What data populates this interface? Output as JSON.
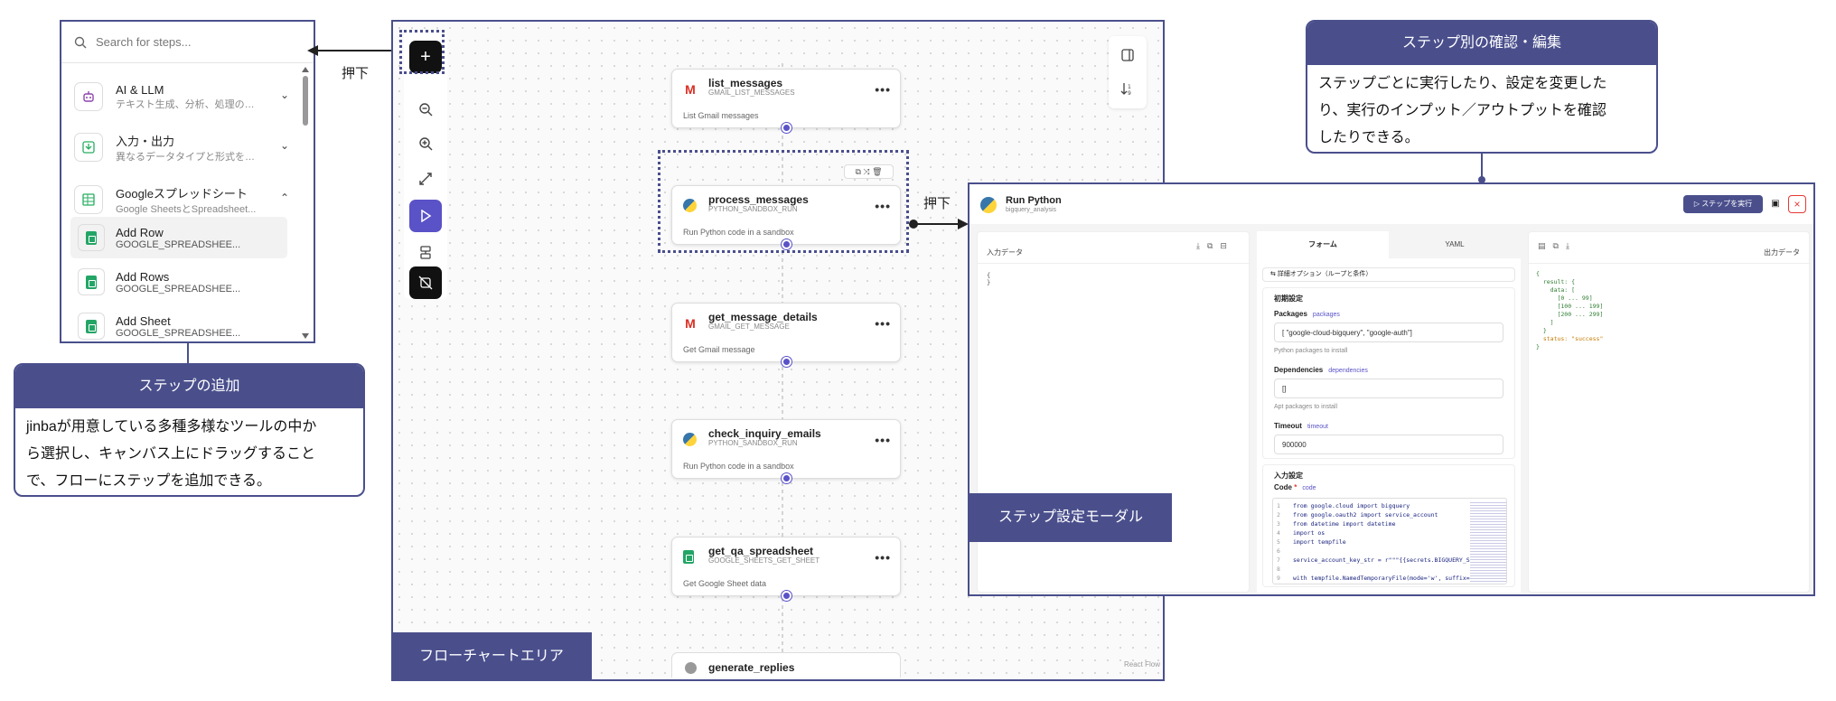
{
  "picker": {
    "search_placeholder": "Search for steps...",
    "categories": [
      {
        "title": "AI & LLM",
        "desc": "テキスト生成、分析、処理のた...",
        "icon": "robot-icon"
      },
      {
        "title": "入力・出力",
        "desc": "異なるデータタイプと形式を扱...",
        "icon": "download-icon"
      },
      {
        "title": "Googleスプレッドシート",
        "desc": "Google SheetsとSpreadsheet...",
        "icon": "table-icon"
      }
    ],
    "items": [
      {
        "title": "Add Row",
        "subtitle": "GOOGLE_SPREADSHEE..."
      },
      {
        "title": "Add Rows",
        "subtitle": "GOOGLE_SPREADSHEE..."
      },
      {
        "title": "Add Sheet",
        "subtitle": "GOOGLE_SPREADSHEE..."
      }
    ]
  },
  "labels": {
    "press_top": "押下",
    "press_mid": "押下"
  },
  "callouts": {
    "add_step": {
      "title": "ステップの追加",
      "lines": [
        "jinbaが用意している多種多様なツールの中か",
        "ら選択し、キャンバス上にドラッグすること",
        "で、フローにステップを追加できる。"
      ]
    },
    "review": {
      "title": "ステップ別の確認・編集",
      "lines": [
        "ステップごとに実行したり、設定を変更した",
        "り、実行のインプット／アウトプットを確認",
        "したりできる。"
      ]
    }
  },
  "canvas": {
    "area_label": "フローチャートエリア",
    "watermark": "React Flow",
    "nodes": [
      {
        "title": "list_messages",
        "sub": "GMAIL_LIST_MESSAGES",
        "desc": "List Gmail messages",
        "icon": "gmail-icon"
      },
      {
        "title": "process_messages",
        "sub": "PYTHON_SANDBOX_RUN",
        "desc": "Run Python code in a sandbox",
        "icon": "python-icon"
      },
      {
        "title": "get_message_details",
        "sub": "GMAIL_GET_MESSAGE",
        "desc": "Get Gmail message",
        "icon": "gmail-icon"
      },
      {
        "title": "check_inquiry_emails",
        "sub": "PYTHON_SANDBOX_RUN",
        "desc": "Run Python code in a sandbox",
        "icon": "python-icon"
      },
      {
        "title": "get_qa_spreadsheet",
        "sub": "GOOGLE_SHEETS_GET_SHEET",
        "desc": "Get Google Sheet data",
        "icon": "sheets-icon"
      },
      {
        "title": "generate_replies",
        "sub": "",
        "desc": "",
        "icon": "python-icon"
      }
    ]
  },
  "modal": {
    "title": "Run Python",
    "subtitle": "bigquery_analysis",
    "run_button": "ステップを実行",
    "input_label": "入力データ",
    "input_json": "{\n}",
    "output_label": "出力データ",
    "output_lines": [
      "{",
      "  result: {",
      "    data: [",
      "      [0 ... 99]",
      "      [100 ... 199]",
      "      [200 ... 299]",
      "    ]",
      "  }",
      "  status: \"success\"",
      "}"
    ],
    "tabs": [
      "フォーム",
      "YAML"
    ],
    "advanced": "詳細オプション（ループと条件）",
    "init_section": "初期設定",
    "packages_label": "Packages",
    "packages_tag": "packages",
    "packages_value": "[ \"google-cloud-bigquery\", \"google-auth\"]",
    "packages_hint": "Python packages to install",
    "deps_label": "Dependencies",
    "deps_tag": "dependencies",
    "deps_value": "[]",
    "deps_hint": "Apt packages to install",
    "timeout_label": "Timeout",
    "timeout_tag": "timeout",
    "timeout_value": "900000",
    "input_section": "入力設定",
    "code_label": "Code",
    "code_required": "*",
    "code_tag": "code",
    "code_lines": [
      {
        "n": "1",
        "t": "from google.cloud import bigquery"
      },
      {
        "n": "2",
        "t": "from google.oauth2 import service_account"
      },
      {
        "n": "3",
        "t": "from datetime import datetime"
      },
      {
        "n": "4",
        "t": "import os"
      },
      {
        "n": "5",
        "t": "import tempfile"
      },
      {
        "n": "6",
        "t": ""
      },
      {
        "n": "7",
        "t": "service_account_key_str = r\"\"\"{{secrets.BIGQUERY_SERV"
      },
      {
        "n": "8",
        "t": ""
      },
      {
        "n": "9",
        "t": "with tempfile.NamedTemporaryFile(mode='w', suffix='."
      }
    ],
    "modal_label": "ステップ設定モーダル"
  },
  "colors": {
    "accent": "#4a4f8c",
    "brand": "#5a52c7",
    "danger": "#e53935"
  }
}
